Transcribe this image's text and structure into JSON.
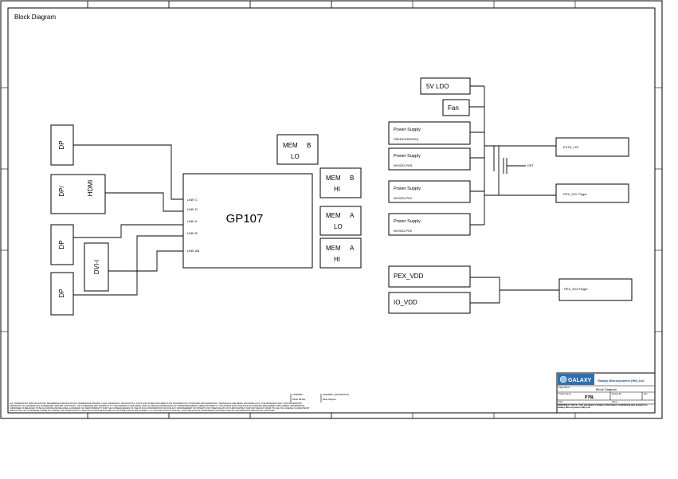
{
  "sheet": {
    "title": "Block Diagram"
  },
  "gpu": {
    "name": "GP107",
    "ports": [
      "LINK C",
      "LINK D",
      "LINK A",
      "LINK B",
      "LINK AB"
    ]
  },
  "memory": [
    {
      "id": "mem-b-lo",
      "line1": "MEM",
      "bank": "B",
      "line2": "LO"
    },
    {
      "id": "mem-b-hi",
      "line1": "MEM",
      "bank": "B",
      "line2": "HI"
    },
    {
      "id": "mem-a-lo",
      "line1": "MEM",
      "bank": "A",
      "line2": "LO"
    },
    {
      "id": "mem-a-hi",
      "line1": "MEM",
      "bank": "A",
      "line2": "HI"
    }
  ],
  "connectors": {
    "dp1": "DP",
    "dp_hdmi_a": "DP/",
    "dp_hdmi_b": "HDMI",
    "dp2": "DP",
    "dvi": "DVI-I",
    "dp3": "DP"
  },
  "power": {
    "ldo": "5V LDO",
    "fan": "Fan",
    "supplies": [
      {
        "title": "Power Supply",
        "rail": "FBVDD/FBVDDQ"
      },
      {
        "title": "Power Supply",
        "rail": "NVVDD-PH3"
      },
      {
        "title": "Power Supply",
        "rail": "NVVDD-PH1"
      },
      {
        "title": "Power Supply",
        "rail": "NVVDD-PH2"
      }
    ],
    "det": "DET",
    "ext": "EXT6_12V",
    "pex12": "PEX_12V Finger",
    "pex_vdd": "PEX_VDD",
    "io_vdd": "IO_VDD",
    "pex3v3": "PEX_3V3 Finger"
  },
  "title_block": {
    "logo": "GALAXY",
    "company": "Galaxy Microsystems (HK) Ltd.",
    "page_name_label": "Page Name",
    "page_name": "Block Diagram",
    "project_label": "Project Name",
    "project": "P78L",
    "design_by_label": "Design By",
    "rev_label": "Rev",
    "date_label": "Date",
    "sheet_label": "Sheet",
    "note": "PROPRIETY NOTE: This document contains information confidential and property to Galaxy Microsystems (HK) Ltd."
  },
  "notes": {
    "disclaimer": "ALL INFORMATION SPECIFICATIONS, REFERENCE SPECIFICATIONS, REFERENCE BOARDS, FILES, DRAWINGS, DIAGNOSTICS, LISTS AND OTHER DOCUMENTS OR INFORMATION (TOGETHER AND SEPARATELY, MATERIALS) ARE BEING PROVIDED AS IS. THE MATERIALS MAY CONTAIN ERRORS, OMISSIONS. NO WARRANTIES, EXPRESSED, IMPLIED, STATUTORY, OR OTHERWISE WITH RESPECT TO THE MATERIALS ARE MADE, AND ALL IMPLIED WARRANTIES OF NONINFRINGEMENT, MERCHANTABILITY, OR FITNESS FOR A PARTICULAR PURPOSE ARE HEREBY DISCLAIMED. INFORMATION FURNISHED IS BELIEVED TO BE ACCURATE AND RELIABLE. HOWEVER, NO RESPONSIBILITY FOR THE CONSEQUENCES OF USE OF SUCH INFORMATION OR FOR ANY INFRINGEMENT OF PATENTS OR OTHER RIGHTS OF THIRD PARTIES THAT MAY RESULT FROM ITS USE. NO LICENSE IS GRANTED BY IMPLICATION OR OTHERWISE UNDER ANY PATENT OR PATENT RIGHTS. SPECIFICATIONS MENTIONED IN THIS PUBLICATION ARE SUBJECT TO CHANGE WITHOUT NOTICE. THIS PUBLICATION SUPERSEDES AND REPLACES ALL INFORMATION PREVIOUSLY SUPPLIED.",
    "assembly_label": "ASSEMBLY",
    "assembly_value": "PAGE DETAIL",
    "page_label": "ASSEMBLY_DESCRIPTION",
    "page_value": "Block Diagram"
  },
  "colors": {
    "logo_bg": "#2f6fae",
    "line": "#000000"
  }
}
